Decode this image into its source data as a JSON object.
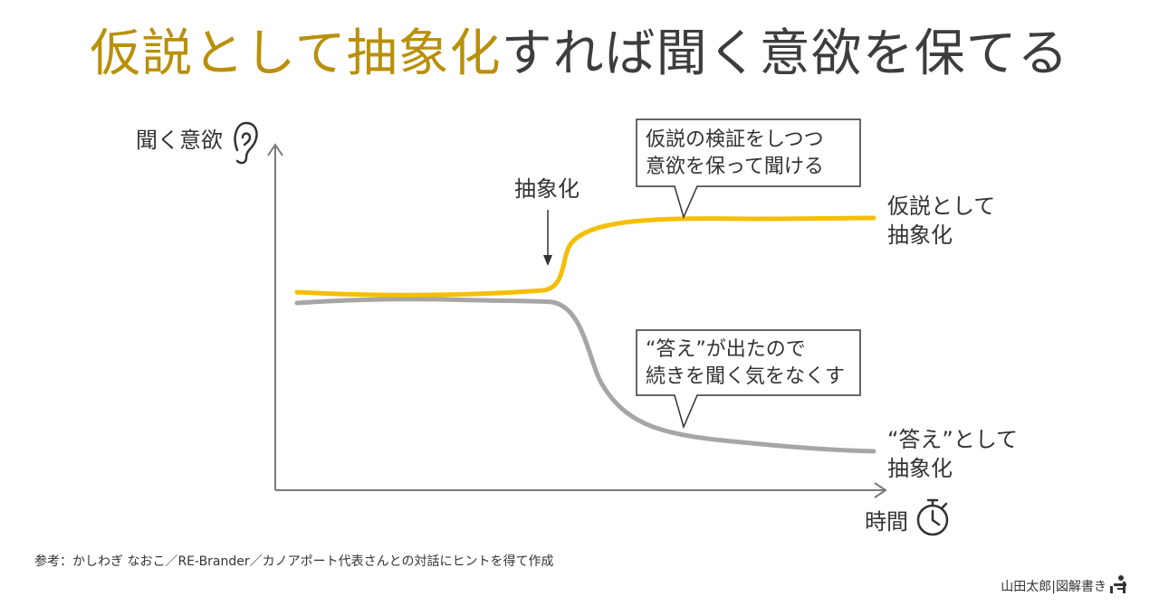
{
  "title": {
    "highlight": "仮説として抽象化",
    "rest": "すれば聞く意欲を保てる",
    "highlight_color": "#b8900a"
  },
  "axes": {
    "y_label": "聞く意欲",
    "x_label": "時間",
    "y_icon": "ear-icon",
    "x_icon": "stopwatch-icon"
  },
  "annotation": {
    "label": "抽象化"
  },
  "curves": [
    {
      "name": "仮説として抽象化",
      "line1": "仮説として",
      "line2": "抽象化",
      "color": "#f5be00"
    },
    {
      "name": "“答え”として抽象化",
      "line1": "“答え”として",
      "line2": "抽象化",
      "color": "#a6a6a6"
    }
  ],
  "bubbles": [
    {
      "line1": "仮説の検証をしつつ",
      "line2": "意欲を保って聞ける"
    },
    {
      "line1": "“答え”が出たので",
      "line2": "続きを聞く気をなくす"
    }
  ],
  "footer": {
    "reference": "参考：かしわぎ なおこ／RE-Brander／カノアポート代表さんとの対話にヒントを得て作成",
    "credit": "山田太郎|図解書き",
    "credit_icon": "person-drawing-icon"
  }
}
